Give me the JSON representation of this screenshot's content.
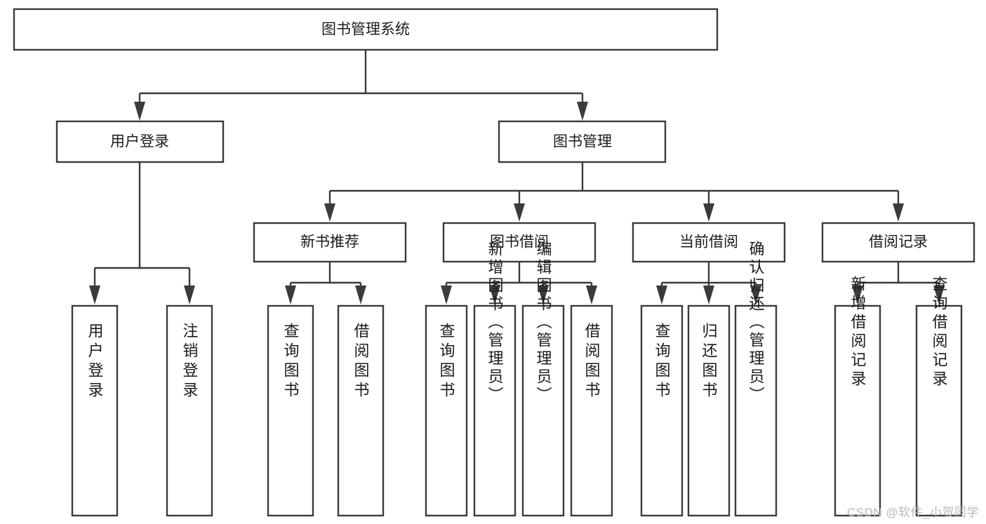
{
  "diagram": {
    "type": "tree-hierarchy",
    "title": "图书管理系统",
    "watermark": "CSDN @软件_小贺同学",
    "colors": {
      "stroke": "#3b3b3b",
      "fill": "#ffffff",
      "text": "#1b1b1b",
      "watermark": "#b8b8b8",
      "background": "#ffffff"
    },
    "levels": {
      "root": {
        "label": "图书管理系统"
      },
      "level2": [
        {
          "label": "用户登录"
        },
        {
          "label": "图书管理"
        }
      ],
      "level3": [
        {
          "label": "新书推荐"
        },
        {
          "label": "图书借阅"
        },
        {
          "label": "当前借阅"
        },
        {
          "label": "借阅记录"
        }
      ]
    },
    "groups": [
      {
        "parent": "用户登录",
        "leaves": [
          {
            "label": "用户登录"
          },
          {
            "label": "注销登录"
          }
        ]
      },
      {
        "parent": "新书推荐",
        "leaves": [
          {
            "label": "查询图书"
          },
          {
            "label": "借阅图书"
          }
        ]
      },
      {
        "parent": "图书借阅",
        "leaves": [
          {
            "label": "查询图书"
          },
          {
            "label": "新增图书（管理员）"
          },
          {
            "label": "编辑图书（管理员）"
          },
          {
            "label": "借阅图书"
          }
        ]
      },
      {
        "parent": "当前借阅",
        "leaves": [
          {
            "label": "查询图书"
          },
          {
            "label": "归还图书"
          },
          {
            "label": "确认归还（管理员）"
          }
        ]
      },
      {
        "parent": "借阅记录",
        "leaves": [
          {
            "label": "新增借阅记录"
          },
          {
            "label": "查询借阅记录"
          }
        ]
      }
    ],
    "leaves_flat": [
      "用户登录",
      "注销登录",
      "查询图书",
      "借阅图书",
      "查询图书",
      "新增图书（管理员）",
      "编辑图书（管理员）",
      "借阅图书",
      "查询图书",
      "归还图书",
      "确认归还（管理员）",
      "新增借阅记录",
      "查询借阅记录"
    ]
  }
}
